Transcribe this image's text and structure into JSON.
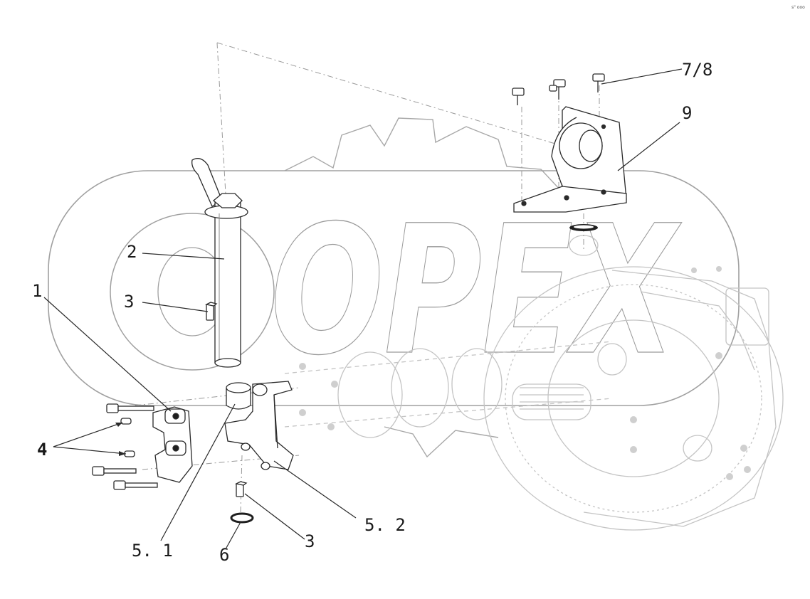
{
  "watermark": {
    "text": "OPEX"
  },
  "corner_mark": "s\" ooo",
  "callouts": [
    {
      "id": "c-78",
      "label": "7/8"
    },
    {
      "id": "c-9",
      "label": "9"
    },
    {
      "id": "c-2",
      "label": "2"
    },
    {
      "id": "c-1",
      "label": "1"
    },
    {
      "id": "c-3a",
      "label": "3"
    },
    {
      "id": "c-4",
      "label": "4"
    },
    {
      "id": "c-51",
      "label": "5. 1"
    },
    {
      "id": "c-52",
      "label": "5. 2"
    },
    {
      "id": "c-3b",
      "label": "3"
    },
    {
      "id": "c-6",
      "label": "6"
    }
  ]
}
